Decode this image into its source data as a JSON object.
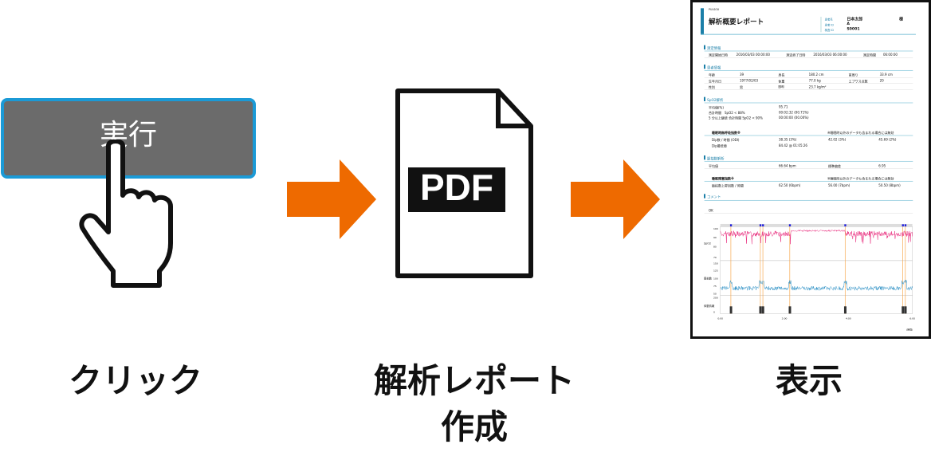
{
  "steps": [
    {
      "button_label": "実行",
      "caption": "クリック"
    },
    {
      "doc_label": "PDF",
      "caption_line1": "解析レポート",
      "caption_line2": "作成"
    },
    {
      "caption": "表示"
    }
  ],
  "colors": {
    "arrow": "#ee6a00",
    "button_bg": "#6b6b6b",
    "button_border": "#1b9ad6",
    "accent": "#1b7fa8",
    "spo2": "#e8287a",
    "pulse": "#2a8fc4"
  },
  "report": {
    "brand": "PULSOX",
    "title": "解析概要レポート",
    "patient_name_label": "患者名",
    "patient_name": "日本太郎",
    "honorific": "様",
    "patient_id_label": "患者 ID",
    "patient_id": "A",
    "exam_id_label": "検査 ID",
    "exam_id": "S0001",
    "measure": {
      "title": "測定情報",
      "start_label": "測定開始日時",
      "start": "2016/03/03 00:00:00",
      "end_label": "測定終了日時",
      "end": "2016/03/03 06:00:00",
      "dur_label": "測定時間",
      "dur": "06:00:00"
    },
    "patient": {
      "title": "患者情報",
      "rows": [
        [
          "年齢",
          "39",
          "身長",
          "180.2 cm",
          "首周り",
          "33.9 cm"
        ],
        [
          "生年月日",
          "1977/02/03",
          "体重",
          "77.0 kg",
          "エプワス点数",
          "20"
        ],
        [
          "性別",
          "男",
          "BMI",
          "23.7 kg/m²",
          "",
          ""
        ]
      ]
    },
    "spo2": {
      "title": "SpO2解析",
      "rows": [
        [
          "平均値(%)",
          "95.71"
        ],
        [
          "合計時間　SpO2 < 88%",
          "00:02:32 (00.71%)"
        ],
        [
          "5 分以上継続 合計時間 SpO2 < 90%",
          "00:00:00 (00.00%)"
        ]
      ],
      "apnea_title": "睡眠時無呼吸指数※",
      "note": "※睡眠時以外のデータも含まれる場合には無効",
      "apnea_rows": [
        [
          "Dip数 / 時間 (ODI)",
          "38.35 (3%)",
          "42.02 (3%)",
          "45.69 (2%)"
        ],
        [
          "Dip最低値",
          "84.42 @ 01:05:26",
          "",
          ""
        ]
      ]
    },
    "pulse": {
      "title": "脈拍数解析",
      "avg_label": "平均値",
      "avg": "66.64 bpm",
      "sd_label": "標準偏差",
      "sd": "6.95",
      "dis_title": "睡眠障害指数※",
      "note": "※睡眠時以外のデータも含まれる場合には無効",
      "row": [
        "脈拍数上昇回数 / 時間",
        "62.50 (6bpm)",
        "56.00 (7bpm)",
        "50.50 (8bpm)"
      ]
    },
    "comment": {
      "title": "コメント",
      "text": "OK"
    },
    "chart_data": {
      "type": "line",
      "series": [
        {
          "name": "SpO2",
          "ylim": [
            70,
            100
          ],
          "ticks": [
            "100",
            "90",
            "80",
            "70"
          ]
        },
        {
          "name": "脈拍数",
          "ylim": [
            50,
            150
          ],
          "ticks": [
            "150",
            "125",
            "100",
            "75",
            "50"
          ]
        },
        {
          "name": "体動情報",
          "ylim": [
            0,
            200
          ],
          "ticks": [
            "200",
            "0"
          ]
        }
      ],
      "x_ticks": [
        "0:00",
        "2:00",
        "4:00",
        "6:00"
      ],
      "x_unit": "(時間)",
      "xlim": [
        0,
        6
      ],
      "events_hours": [
        0.33,
        1.25,
        1.33,
        2.17,
        3.9,
        5.7,
        5.78
      ]
    }
  }
}
